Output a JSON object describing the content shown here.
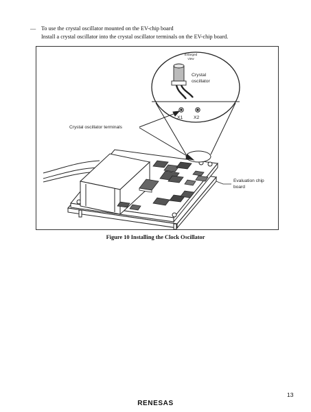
{
  "intro": {
    "dash": "—",
    "line1": "To use the crystal oscillator mounted on the EV-chip board",
    "line2": "Install a crystal oscillator into the crystal oscillator terminals on the EV-chip board."
  },
  "figure": {
    "enlarged_view_1": "Enlarged",
    "enlarged_view_2": "view",
    "crystal_1": "Crystal",
    "crystal_2": "oscillator",
    "x1": "X1",
    "x2": "X2",
    "terminals_label": "Crystal oscillator terminals",
    "eval_board_1": "Evaluation chip",
    "eval_board_2": "board",
    "caption": "Figure 10   Installing the Clock Oscillator"
  },
  "footer": {
    "page_number": "13",
    "logo": "RENESAS"
  }
}
